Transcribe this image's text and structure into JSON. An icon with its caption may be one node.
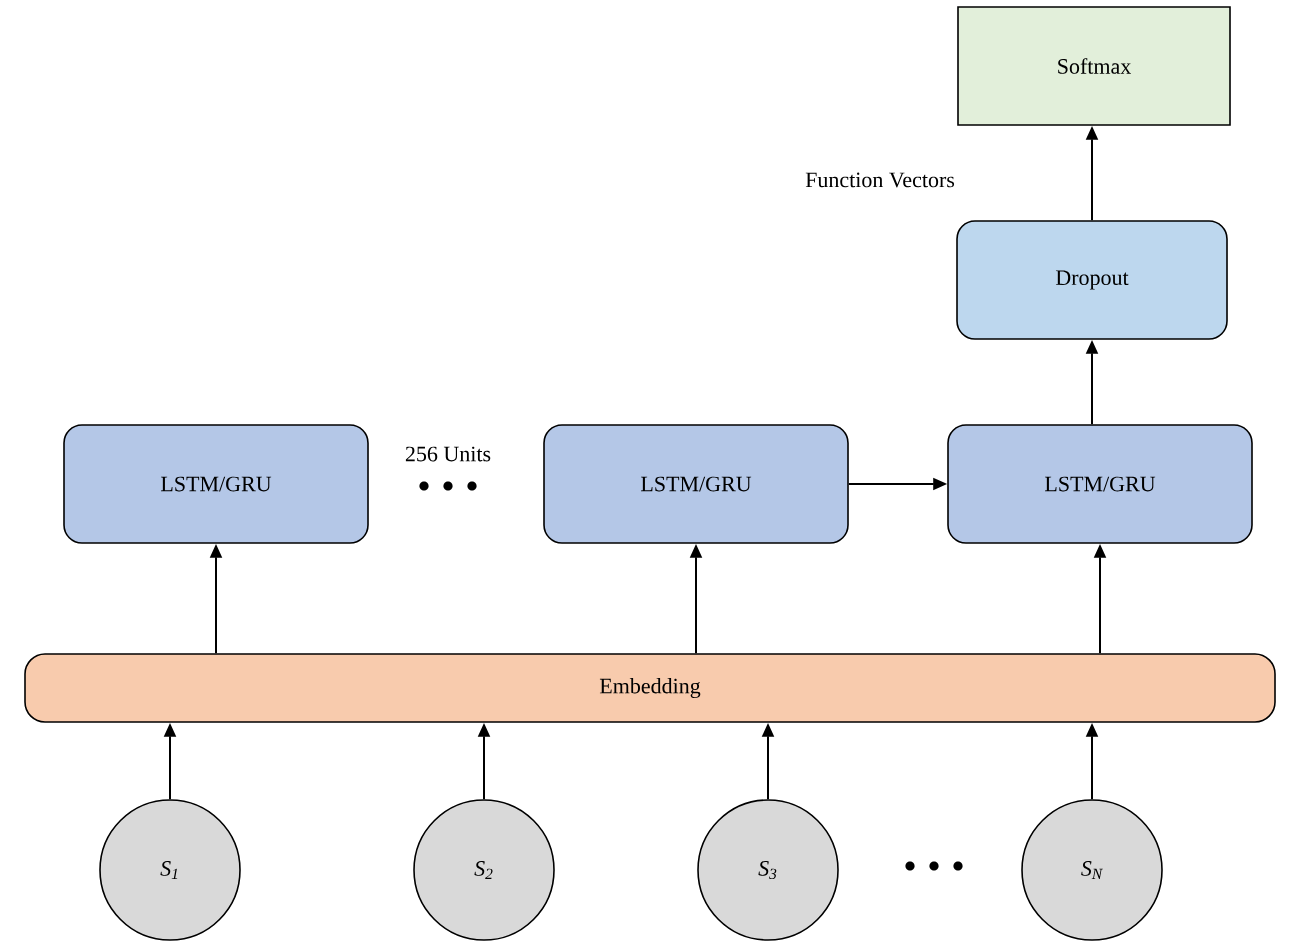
{
  "diagram": {
    "nodes": [
      {
        "text": [
          "Softmax"
        ]
      },
      {
        "text": [
          "Dropout"
        ]
      },
      {
        "text": [
          "LSTM/GRU"
        ]
      },
      {
        "text": [
          "LSTM/GRU"
        ]
      },
      {
        "text": [
          "LSTM/GRU"
        ]
      },
      {
        "text": [
          "Embedding"
        ]
      },
      {
        "text": [
          "S$_{1}$"
        ]
      },
      {
        "text": [
          "S$_{2}$"
        ]
      },
      {
        "text": [
          "S$_{3}$"
        ]
      },
      {
        "text": [
          "S$_{N}$"
        ]
      }
    ],
    "edges": [
      {
        "from": 1,
        "to": 0,
        "arrow": "to"
      },
      {
        "from": 4,
        "to": 1,
        "arrow": "to"
      },
      {
        "from": 3,
        "to": 4,
        "arrow": "to"
      },
      {
        "from": 5,
        "to": 2,
        "arrow": "to"
      },
      {
        "from": 5,
        "to": 3,
        "arrow": "to"
      },
      {
        "from": 5,
        "to": 4,
        "arrow": "to"
      },
      {
        "from": 6,
        "to": 5,
        "arrow": "to"
      },
      {
        "from": 7,
        "to": 5,
        "arrow": "to"
      },
      {
        "from": 8,
        "to": 5,
        "arrow": "to"
      },
      {
        "from": 9,
        "to": 5,
        "arrow": "to"
      }
    ],
    "labels": [
      "Function Vectors",
      "256 Units"
    ]
  }
}
